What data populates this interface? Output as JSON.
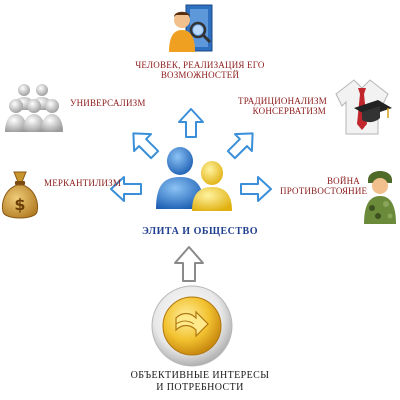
{
  "center": {
    "label": "ЭЛИТА И ОБЩЕСТВО"
  },
  "nodes": {
    "top": {
      "label_line1": "ЧЕЛОВЕК, РЕАЛИЗАЦИЯ ЕГО",
      "label_line2": "ВОЗМОЖНОСТЕЙ",
      "icon": "person-magnifier-door-icon"
    },
    "upper_left": {
      "label": "УНИВЕРСАЛИЗМ",
      "icon": "people-group-icon"
    },
    "upper_right": {
      "label_line1": "ТРАДИЦИОНАЛИЗМ",
      "label_line2": "КОНСЕРВАТИЗМ",
      "icon": "shirt-tie-graduation-cap-icon"
    },
    "left": {
      "label": "МЕРКАНТИЛИЗМ",
      "icon": "money-bag-icon"
    },
    "right": {
      "label_line1": "ВОЙНА",
      "label_line2": "ПРОТИВОСТОЯНИЕ",
      "icon": "soldier-icon"
    },
    "bottom": {
      "label_line1": "ОБЪЕКТИВНЫЕ ИНТЕРЕСЫ",
      "label_line2": "И ПОТРЕБНОСТИ",
      "icon": "gold-coin-arrow-icon"
    }
  },
  "colors": {
    "label_red": "#8b1a1a",
    "center_blue": "#1f3f8f",
    "arrow_blue": "#3a8fd8",
    "arrow_gray": "#8a8a8a"
  }
}
